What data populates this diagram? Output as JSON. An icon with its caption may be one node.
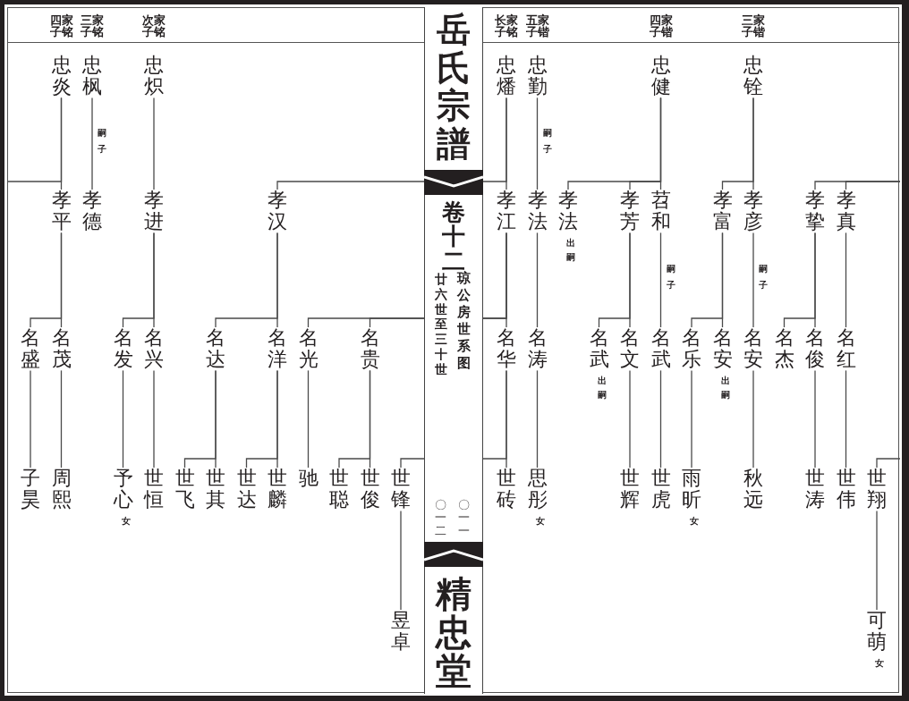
{
  "diagram": {
    "title": "岳氏宗譜",
    "nodes": [
      {
        "text": [
          "忠炎"
        ],
        "beside": [
          "家铭四子"
        ]
      },
      {
        "text": [
          "忠枫"
        ],
        "beside": [
          "家铭三子"
        ]
      },
      {
        "text": [
          "忠炽"
        ],
        "beside": [
          "家铭次子"
        ]
      },
      {
        "text": [
          "忠燔"
        ],
        "beside": [
          "家铭长子"
        ]
      },
      {
        "text": [
          "忠勤"
        ],
        "beside": [
          "家锴五子"
        ]
      },
      {
        "text": [
          "忠健"
        ],
        "beside": [
          "家锴四子"
        ]
      },
      {
        "text": [
          "忠铨"
        ],
        "beside": [
          "家锴三子"
        ]
      },
      {
        "text": [
          "孝平"
        ]
      },
      {
        "text": [
          "孝德"
        ]
      },
      {
        "text": [
          "孝进"
        ]
      },
      {
        "text": [
          "孝汉"
        ]
      },
      {
        "text": [
          "孝江"
        ]
      },
      {
        "text": [
          "孝法"
        ]
      },
      {
        "text": [
          "孝法"
        ],
        "beside": [
          "出嗣"
        ]
      },
      {
        "text": [
          "孝芳"
        ]
      },
      {
        "text": [
          "苕和"
        ]
      },
      {
        "text": [
          "孝富"
        ]
      },
      {
        "text": [
          "孝彦"
        ]
      },
      {
        "text": [
          "孝挚"
        ]
      },
      {
        "text": [
          "孝真"
        ]
      },
      {
        "text": [
          "名盛"
        ]
      },
      {
        "text": [
          "名茂"
        ]
      },
      {
        "text": [
          "名发"
        ]
      },
      {
        "text": [
          "名兴"
        ]
      },
      {
        "text": [
          "名达"
        ]
      },
      {
        "text": [
          "名洋"
        ]
      },
      {
        "text": [
          "名光"
        ]
      },
      {
        "text": [
          "名贵"
        ]
      },
      {
        "text": [
          "名华"
        ]
      },
      {
        "text": [
          "名涛"
        ]
      },
      {
        "text": [
          "名武"
        ],
        "beside": [
          "出嗣"
        ]
      },
      {
        "text": [
          "名文"
        ]
      },
      {
        "text": [
          "名武"
        ]
      },
      {
        "text": [
          "名乐"
        ]
      },
      {
        "text": [
          "名安"
        ],
        "beside": [
          "出嗣"
        ]
      },
      {
        "text": [
          "名安"
        ]
      },
      {
        "text": [
          "名杰"
        ]
      },
      {
        "text": [
          "名俊"
        ]
      },
      {
        "text": [
          "名红"
        ]
      },
      {
        "text": [
          "子昊"
        ]
      },
      {
        "text": [
          "周熙"
        ]
      },
      {
        "text": [
          "予心"
        ],
        "beside": [
          "女"
        ]
      },
      {
        "text": [
          "世恒"
        ]
      },
      {
        "text": [
          "世飞"
        ]
      },
      {
        "text": [
          "世其"
        ]
      },
      {
        "text": [
          "世达"
        ]
      },
      {
        "text": [
          "世麟"
        ]
      },
      {
        "text": [
          "驰"
        ]
      },
      {
        "text": [
          "世聪"
        ]
      },
      {
        "text": [
          "世俊"
        ]
      },
      {
        "text": [
          "世锋"
        ]
      },
      {
        "text": [
          "世砖"
        ]
      },
      {
        "text": [
          "思彤"
        ],
        "beside": [
          "女"
        ]
      },
      {
        "text": [
          "世辉"
        ]
      },
      {
        "text": [
          "世虎"
        ]
      },
      {
        "text": [
          "雨昕"
        ],
        "beside": [
          "女"
        ]
      },
      {
        "text": [
          "秋远"
        ]
      },
      {
        "text": [
          "世涛"
        ]
      },
      {
        "text": [
          "世伟"
        ]
      },
      {
        "text": [
          "世翔"
        ]
      },
      {
        "text": [
          "昱卓"
        ]
      },
      {
        "text": [
          "可萌"
        ],
        "beside": [
          "女"
        ]
      }
    ],
    "edges": [
      {
        "from": 0,
        "to": 7,
        "arrow": "none"
      },
      {
        "from": 0,
        "to": null,
        "arrow": "none"
      },
      {
        "from": 1,
        "to": 8,
        "arrow": "none",
        "label": "嗣子"
      },
      {
        "from": 2,
        "to": 9,
        "arrow": "none"
      },
      {
        "from": 3,
        "to": 11,
        "arrow": "none"
      },
      {
        "from": 3,
        "to": 10,
        "arrow": "none"
      },
      {
        "from": 4,
        "to": 12,
        "arrow": "none",
        "label": "嗣子"
      },
      {
        "from": 5,
        "to": 13,
        "arrow": "none"
      },
      {
        "from": 5,
        "to": 14,
        "arrow": "none"
      },
      {
        "from": 5,
        "to": 15,
        "arrow": "none"
      },
      {
        "from": 6,
        "to": 16,
        "arrow": "none"
      },
      {
        "from": 6,
        "to": 17,
        "arrow": "none"
      },
      {
        "from": null,
        "to": 18,
        "arrow": "none"
      },
      {
        "from": null,
        "to": 19,
        "arrow": "none"
      },
      {
        "from": 7,
        "to": 20,
        "arrow": "none"
      },
      {
        "from": 7,
        "to": 21,
        "arrow": "none"
      },
      {
        "from": 9,
        "to": 22,
        "arrow": "none"
      },
      {
        "from": 9,
        "to": 23,
        "arrow": "none"
      },
      {
        "from": 10,
        "to": 24,
        "arrow": "none"
      },
      {
        "from": 10,
        "to": 25,
        "arrow": "none"
      },
      {
        "from": 11,
        "to": 28,
        "arrow": "none"
      },
      {
        "from": 11,
        "to": 26,
        "arrow": "none"
      },
      {
        "from": 11,
        "to": 27,
        "arrow": "none"
      },
      {
        "from": 12,
        "to": 29,
        "arrow": "none"
      },
      {
        "from": 14,
        "to": 30,
        "arrow": "none"
      },
      {
        "from": 14,
        "to": 31,
        "arrow": "none"
      },
      {
        "from": 15,
        "to": 32,
        "arrow": "none",
        "label": "嗣子"
      },
      {
        "from": 16,
        "to": 33,
        "arrow": "none"
      },
      {
        "from": 16,
        "to": 34,
        "arrow": "none"
      },
      {
        "from": 17,
        "to": 35,
        "arrow": "none",
        "label": "嗣子"
      },
      {
        "from": 18,
        "to": 36,
        "arrow": "none"
      },
      {
        "from": 18,
        "to": 37,
        "arrow": "none"
      },
      {
        "from": 19,
        "to": 38,
        "arrow": "none"
      },
      {
        "from": 20,
        "to": 39,
        "arrow": "none"
      },
      {
        "from": 21,
        "to": 40,
        "arrow": "none"
      },
      {
        "from": 22,
        "to": 41,
        "arrow": "none"
      },
      {
        "from": 23,
        "to": 42,
        "arrow": "none"
      },
      {
        "from": 24,
        "to": 43,
        "arrow": "none"
      },
      {
        "from": 24,
        "to": 44,
        "arrow": "none"
      },
      {
        "from": 25,
        "to": 45,
        "arrow": "none"
      },
      {
        "from": 25,
        "to": 46,
        "arrow": "none"
      },
      {
        "from": 26,
        "to": 47,
        "arrow": "none"
      },
      {
        "from": 27,
        "to": 48,
        "arrow": "none"
      },
      {
        "from": 27,
        "to": 49,
        "arrow": "none"
      },
      {
        "from": 28,
        "to": 51,
        "arrow": "none"
      },
      {
        "from": 28,
        "to": 50,
        "arrow": "none"
      },
      {
        "from": 29,
        "to": 52,
        "arrow": "none"
      },
      {
        "from": 31,
        "to": 53,
        "arrow": "none"
      },
      {
        "from": 32,
        "to": 54,
        "arrow": "none"
      },
      {
        "from": 33,
        "to": 55,
        "arrow": "none"
      },
      {
        "from": 35,
        "to": 56,
        "arrow": "none"
      },
      {
        "from": 37,
        "to": 57,
        "arrow": "none"
      },
      {
        "from": 38,
        "to": 58,
        "arrow": "none"
      },
      {
        "from": null,
        "to": 59,
        "arrow": "none"
      },
      {
        "from": 50,
        "to": 60,
        "arrow": "none"
      },
      {
        "from": 59,
        "to": 61,
        "arrow": "none"
      }
    ],
    "labels": [
      "卷十二",
      "琼公房世系图",
      "廿六世至三十世",
      "〇一一",
      "〇一二",
      "精忠堂"
    ]
  }
}
